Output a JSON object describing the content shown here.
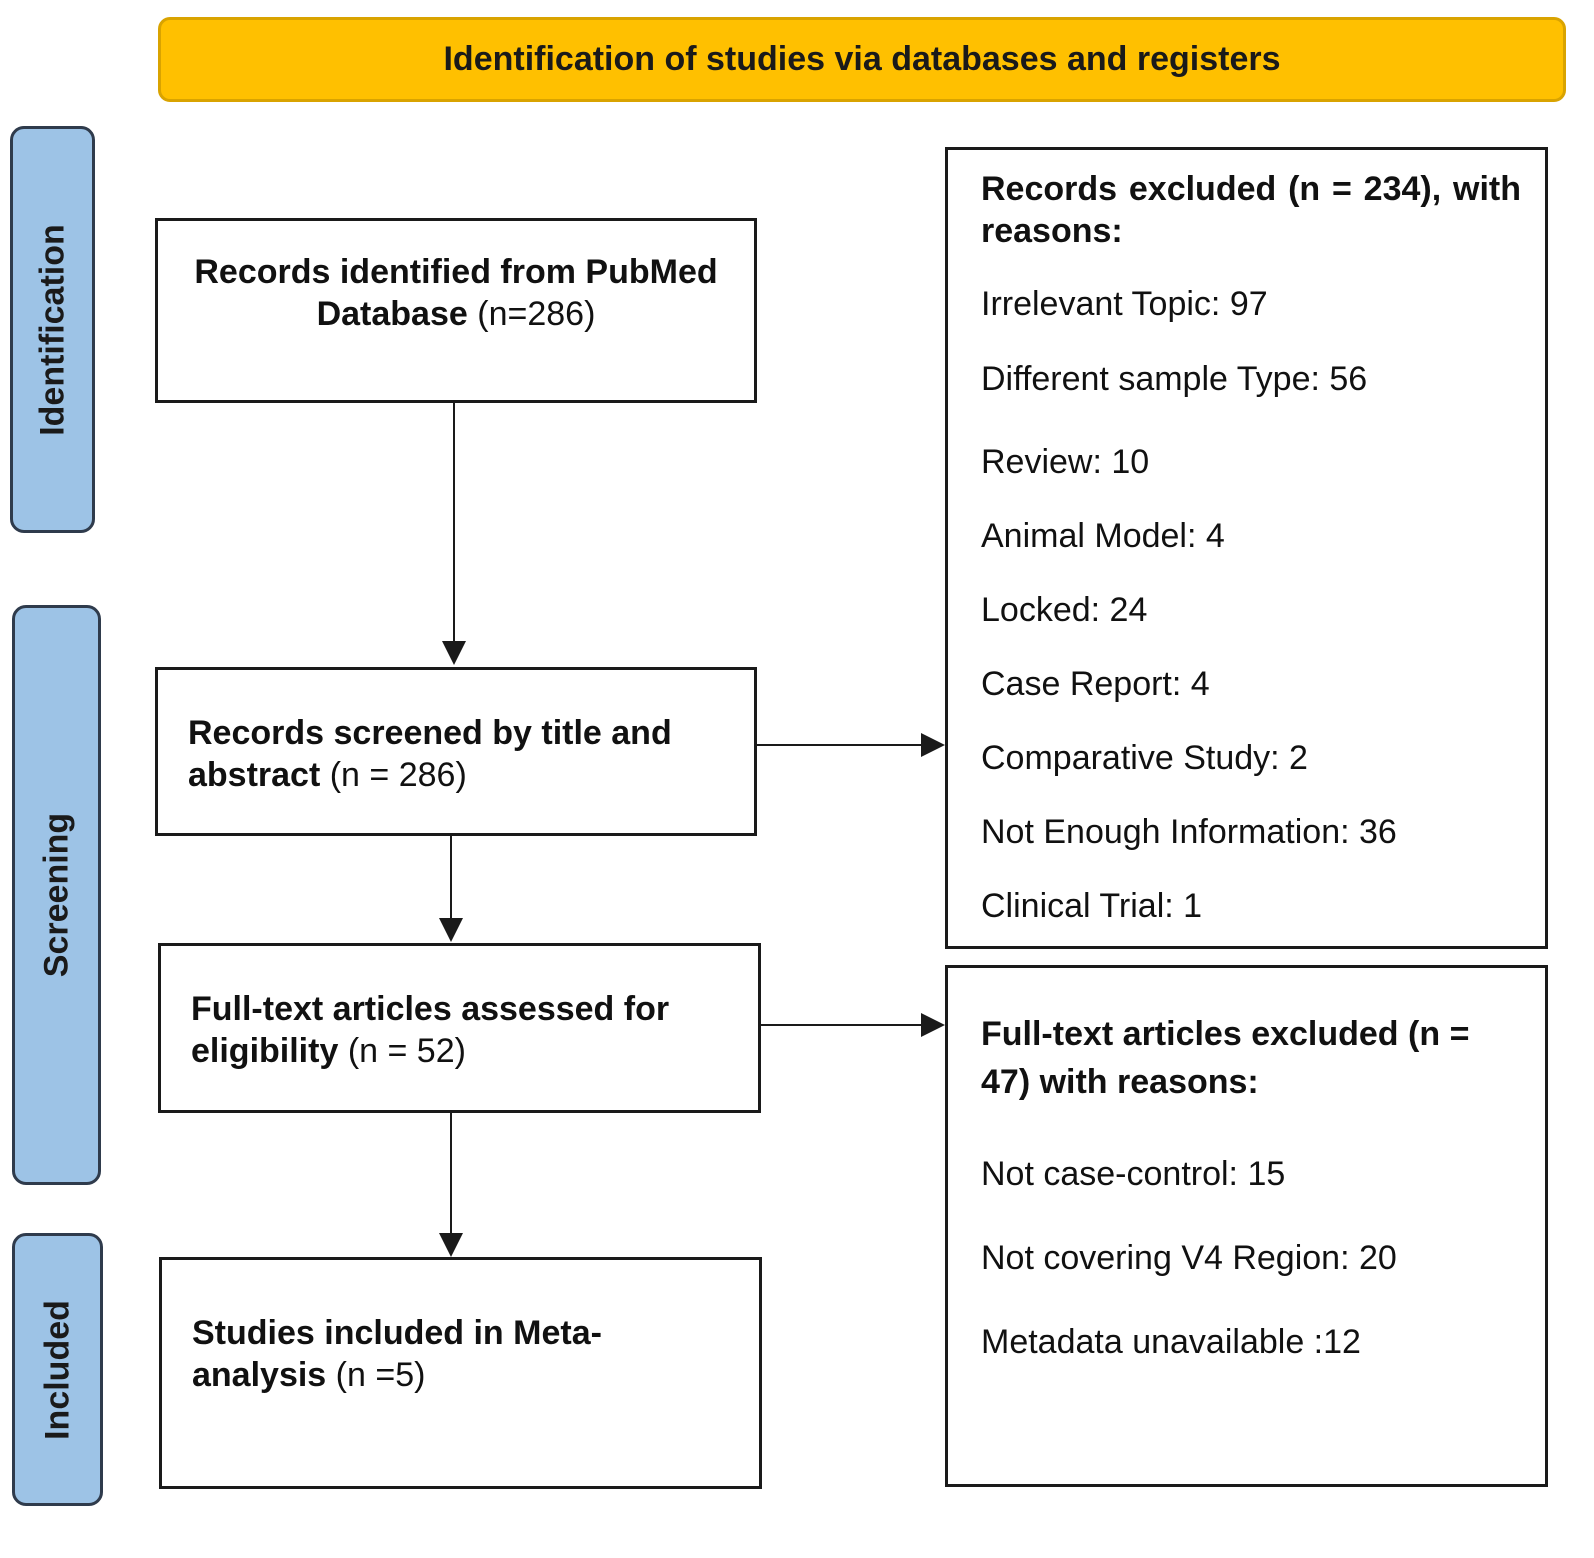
{
  "header": {
    "title": "Identification of studies via databases and registers"
  },
  "stages": {
    "identification": "Identification",
    "screening": "Screening",
    "included": "Included"
  },
  "boxes": {
    "identified": {
      "bold": "Records identified from PubMed Database",
      "count": "(n=286)"
    },
    "screened": {
      "bold": "Records screened by title and abstract",
      "count": "(n = 286)"
    },
    "fulltext": {
      "bold": "Full-text articles assessed for eligibility",
      "count": "(n = 52)"
    },
    "included": {
      "bold": "Studies included in Meta-analysis",
      "count": "(n =5)"
    }
  },
  "records_excluded": {
    "title": "Records excluded (n = 234), with reasons:",
    "reasons": [
      "Irrelevant Topic: 97",
      "Different sample Type: 56",
      "Review: 10",
      "Animal Model: 4",
      "Locked: 24",
      "Case Report: 4",
      "Comparative Study: 2",
      "Not Enough Information: 36",
      "Clinical Trial: 1"
    ]
  },
  "fulltext_excluded": {
    "title": "Full-text articles excluded (n = 47) with reasons:",
    "reasons": [
      "Not case-control: 15",
      "Not covering V4 Region: 20",
      "Metadata unavailable :12"
    ]
  },
  "colors": {
    "header_fill": "#FFC000",
    "stage_fill": "#9DC3E6",
    "box_border": "#1a1a1a"
  }
}
